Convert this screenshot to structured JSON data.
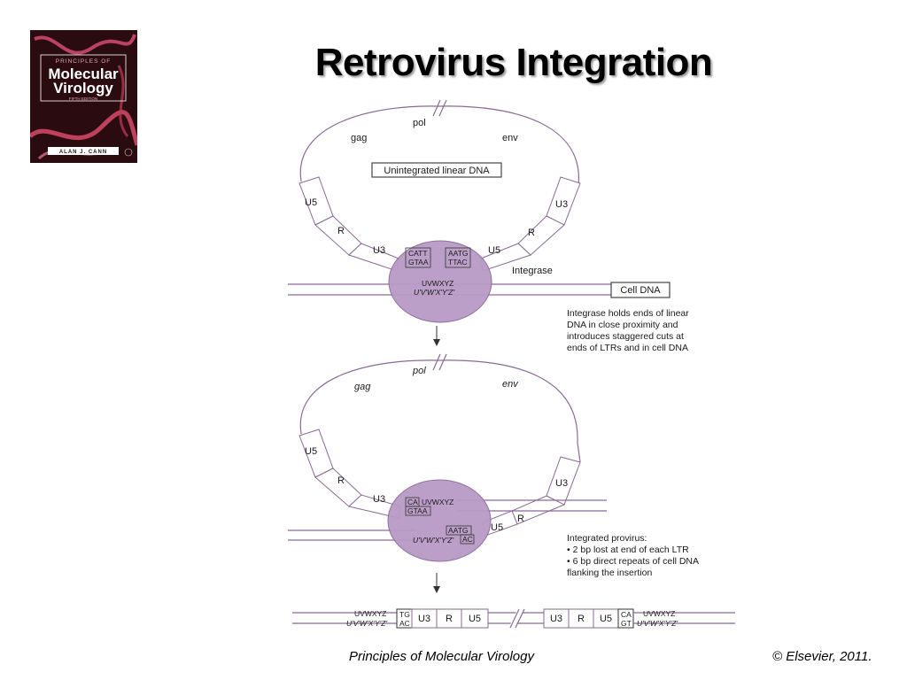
{
  "slide": {
    "title": "Retrovirus Integration",
    "footer_left": "Principles of Molecular Virology",
    "footer_right": "© Elsevier, 2011."
  },
  "book_cover": {
    "line1": "PRINCIPLES OF",
    "line2": "Molecular",
    "line3": "Virology",
    "edition": "FIFTH EDITION",
    "author": "ALAN J. CANN"
  },
  "diagram": {
    "top": {
      "pol": "pol",
      "gag": "gag",
      "env": "env",
      "linear_label": "Unintegrated linear DNA",
      "left_u5": "U5",
      "left_r": "R",
      "left_u3": "U3",
      "right_u3": "U3",
      "right_r": "R",
      "right_u5": "U5",
      "seq_left_top": "CATT",
      "seq_left_bottom": "GTAA",
      "seq_right_top": "AATG",
      "seq_right_bottom": "TTAC",
      "integrase": "Integrase",
      "cell_seq_top": "UVWXYZ",
      "cell_seq_bottom": "U'V'W'X'Y'Z'",
      "cell_dna": "Cell DNA",
      "note": [
        "Integrase holds ends of linear",
        "DNA in close proximity and",
        "introduces staggered cuts at",
        "ends of LTRs and in cell DNA"
      ]
    },
    "middle": {
      "pol": "pol",
      "gag": "gag",
      "env": "env",
      "left_u5": "U5",
      "left_r": "R",
      "left_u3": "U3",
      "right_u3": "U3",
      "right_r": "R",
      "right_u5": "U5",
      "seq_ca": "CA",
      "seq_gtaa": "GTAA",
      "seq_cell_top": "UVWXYZ",
      "seq_aatg": "AATG",
      "seq_cell_bottom": "U'V'W'X'Y'Z'",
      "seq_ac": "AC",
      "note": [
        "Integrated provirus:",
        "• 2 bp lost at end of each LTR",
        "• 6 bp direct repeats of cell DNA",
        "flanking the insertion"
      ]
    },
    "bottom": {
      "left_flank_top": "UVWXYZ",
      "left_flank_bottom": "U'V'W'X'Y'Z'",
      "tg": "TG",
      "ac": "AC",
      "u3a": "U3",
      "ra": "R",
      "u5a": "U5",
      "u3b": "U3",
      "rb": "R",
      "u5b": "U5",
      "ca": "CA",
      "gt": "GT",
      "right_flank_top": "UVWXYZ",
      "right_flank_bottom": "U'V'W'X'Y'Z'"
    }
  },
  "colors": {
    "integrase_fill": "#b89ac6",
    "dna_line": "#8a6a96",
    "cover_bg": "#2a0c10"
  }
}
